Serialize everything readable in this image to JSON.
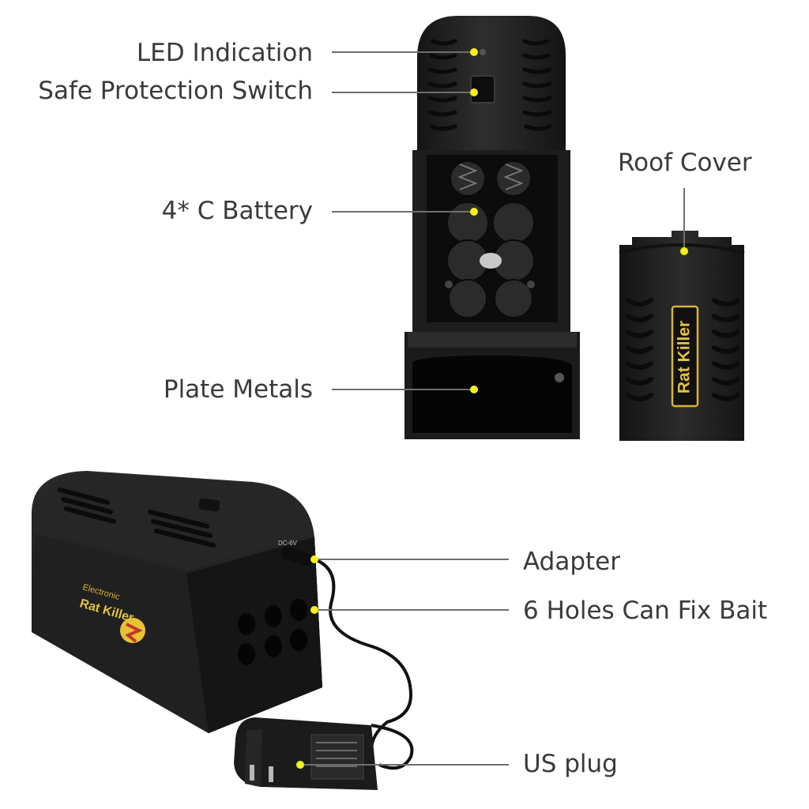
{
  "callouts": {
    "led": "LED Indication",
    "switch": "Safe Protection Switch",
    "battery": "4* C Battery",
    "plate": "Plate Metals",
    "roof": "Roof Cover",
    "adapter": "Adapter",
    "holes": "6 Holes Can Fix Bait",
    "plug": "US plug"
  },
  "product_text": {
    "roof_label": "Rat Killer",
    "box_brand_line1": "Electronic",
    "box_brand_line2": "Rat Killer",
    "port_label": "DC-6V"
  },
  "colors": {
    "body": "#202020",
    "dot": "#f4f01c",
    "leader_line": "#6e6e6e",
    "text": "#3a3a3a",
    "label_gold": "#d9b23a"
  }
}
